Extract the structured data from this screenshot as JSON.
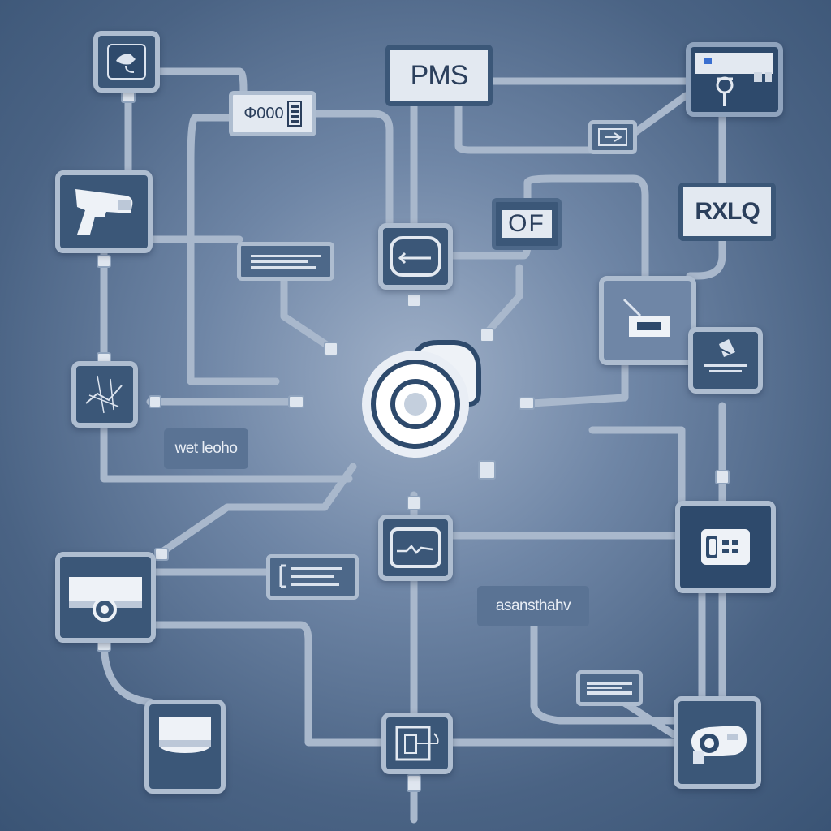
{
  "diagram": {
    "nodes": {
      "pms": {
        "text": "PMS"
      },
      "counter": {
        "text": "Φ000"
      },
      "xxlq": {
        "text": "RXLQ"
      },
      "of": {
        "text": "OF"
      },
      "web_label": {
        "text": "wet leoho"
      },
      "assist_label": {
        "text": "asansthahv"
      }
    },
    "icons": [
      "router-icon",
      "camera-icon",
      "sensor-graph-icon",
      "server-rack-icon",
      "device-panel-icon",
      "gauge-icon",
      "flag-icon",
      "switch-icon",
      "waveform-icon",
      "terminal-icon",
      "keyboard-icon",
      "speaker-icon",
      "hub-icon",
      "webcam-icon",
      "cable-connector-icon"
    ],
    "colors": {
      "background": "#4a6384",
      "node_fill": "#3b5778",
      "node_border": "#aebdd0",
      "wire": "#a9b8cc",
      "hub": "#ffffff"
    }
  }
}
